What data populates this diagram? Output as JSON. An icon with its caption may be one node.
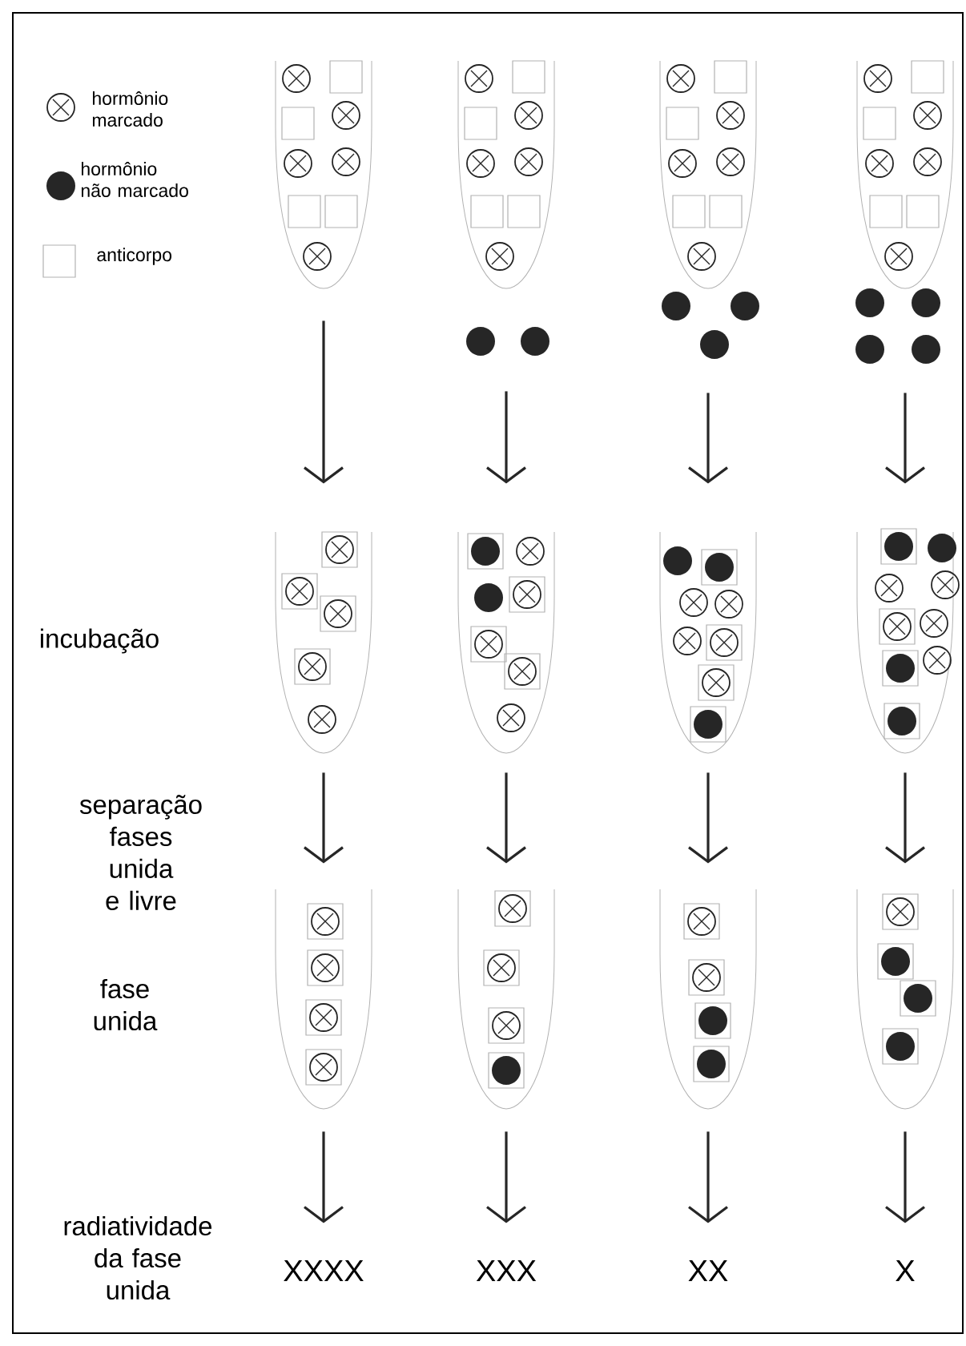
{
  "diagram": {
    "nodes": [
      {
        "text": [],
        "shape": "tube"
      },
      {
        "text": [],
        "shape": "tube"
      },
      {
        "text": [],
        "shape": "tube"
      },
      {
        "text": [],
        "shape": "tube"
      },
      {
        "text": [],
        "shape": "tube"
      },
      {
        "text": [],
        "shape": "tube"
      },
      {
        "text": [],
        "shape": "tube"
      },
      {
        "text": [],
        "shape": "tube"
      },
      {
        "text": [],
        "shape": "tube"
      },
      {
        "text": [],
        "shape": "tube"
      },
      {
        "text": [],
        "shape": "tube"
      },
      {
        "text": [],
        "shape": "tube"
      },
      {
        "text": [
          "XXXX"
        ]
      },
      {
        "text": [
          "XXX"
        ]
      },
      {
        "text": [
          "XX"
        ]
      },
      {
        "text": [
          "X"
        ]
      }
    ],
    "edges": [
      {
        "from": 0,
        "to": 4,
        "arrow": "to"
      },
      {
        "from": 1,
        "to": 5,
        "arrow": "to"
      },
      {
        "from": 2,
        "to": 6,
        "arrow": "to"
      },
      {
        "from": 3,
        "to": 7,
        "arrow": "to"
      },
      {
        "from": 4,
        "to": 8,
        "arrow": "to"
      },
      {
        "from": 5,
        "to": 9,
        "arrow": "to"
      },
      {
        "from": 6,
        "to": 10,
        "arrow": "to"
      },
      {
        "from": 7,
        "to": 11,
        "arrow": "to"
      },
      {
        "from": 8,
        "to": 12,
        "arrow": "to"
      },
      {
        "from": 9,
        "to": 13,
        "arrow": "to"
      },
      {
        "from": 10,
        "to": 14,
        "arrow": "to"
      },
      {
        "from": 11,
        "to": 15,
        "arrow": "to"
      }
    ],
    "labels": [
      "incubação",
      "separação fases unida e livre",
      "fase unida",
      "radiatividade da fase unida"
    ],
    "legend": [
      {
        "text": "hormônio marcado"
      },
      {
        "text": "hormônio não marcado"
      },
      {
        "text": "anticorpo"
      }
    ]
  }
}
